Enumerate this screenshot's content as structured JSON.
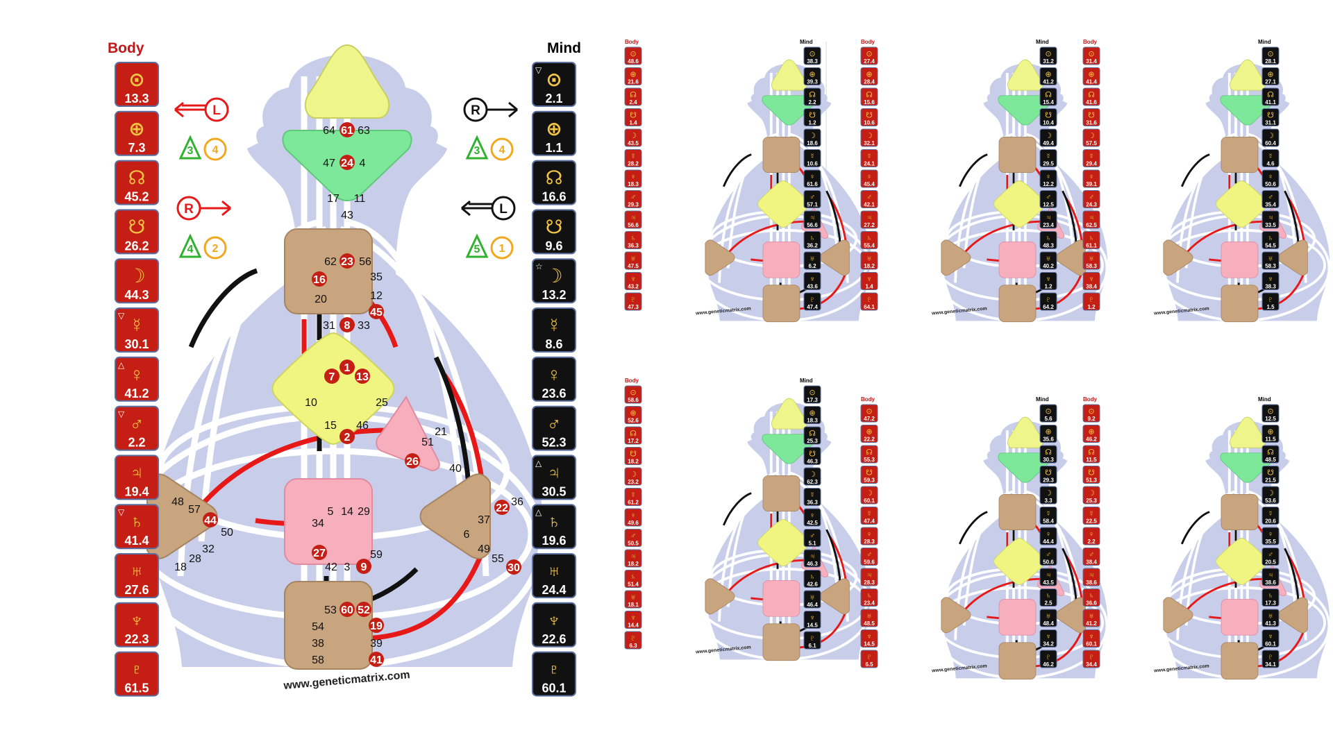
{
  "site": "www.geneticmatrix.com",
  "main": {
    "body_label": "Body",
    "mind_label": "Mind",
    "body_planets": [
      {
        "icon": "sun-icon",
        "glyph": "⊙",
        "value": "13.3",
        "mark": ""
      },
      {
        "icon": "earth-icon",
        "glyph": "⊕",
        "value": "7.3",
        "mark": ""
      },
      {
        "icon": "north-node-icon",
        "glyph": "☊",
        "value": "45.2",
        "mark": ""
      },
      {
        "icon": "south-node-icon",
        "glyph": "☋",
        "value": "26.2",
        "mark": ""
      },
      {
        "icon": "moon-icon",
        "glyph": "☽",
        "value": "44.3",
        "mark": ""
      },
      {
        "icon": "mercury-icon",
        "glyph": "☿",
        "value": "30.1",
        "mark": "▽"
      },
      {
        "icon": "venus-icon",
        "glyph": "♀",
        "value": "41.2",
        "mark": "△"
      },
      {
        "icon": "mars-icon",
        "glyph": "♂",
        "value": "2.2",
        "mark": "▽"
      },
      {
        "icon": "jupiter-icon",
        "glyph": "♃",
        "value": "19.4",
        "mark": ""
      },
      {
        "icon": "saturn-icon",
        "glyph": "♄",
        "value": "41.4",
        "mark": "▽"
      },
      {
        "icon": "uranus-icon",
        "glyph": "♅",
        "value": "27.6",
        "mark": ""
      },
      {
        "icon": "neptune-icon",
        "glyph": "♆",
        "value": "22.3",
        "mark": ""
      },
      {
        "icon": "pluto-icon",
        "glyph": "♇",
        "value": "61.5",
        "mark": ""
      }
    ],
    "mind_planets": [
      {
        "icon": "sun-icon",
        "glyph": "⊙",
        "value": "2.1",
        "mark": "▽"
      },
      {
        "icon": "earth-icon",
        "glyph": "⊕",
        "value": "1.1",
        "mark": ""
      },
      {
        "icon": "north-node-icon",
        "glyph": "☊",
        "value": "16.6",
        "mark": ""
      },
      {
        "icon": "south-node-icon",
        "glyph": "☋",
        "value": "9.6",
        "mark": ""
      },
      {
        "icon": "moon-icon",
        "glyph": "☽",
        "value": "13.2",
        "mark": "☆"
      },
      {
        "icon": "mercury-icon",
        "glyph": "☿",
        "value": "8.6",
        "mark": ""
      },
      {
        "icon": "venus-icon",
        "glyph": "♀",
        "value": "23.6",
        "mark": ""
      },
      {
        "icon": "mars-icon",
        "glyph": "♂",
        "value": "52.3",
        "mark": ""
      },
      {
        "icon": "jupiter-icon",
        "glyph": "♃",
        "value": "30.5",
        "mark": "△"
      },
      {
        "icon": "saturn-icon",
        "glyph": "♄",
        "value": "19.6",
        "mark": "△"
      },
      {
        "icon": "uranus-icon",
        "glyph": "♅",
        "value": "24.4",
        "mark": ""
      },
      {
        "icon": "neptune-icon",
        "glyph": "♆",
        "value": "22.6",
        "mark": ""
      },
      {
        "icon": "pluto-icon",
        "glyph": "♇",
        "value": "60.1",
        "mark": ""
      }
    ],
    "arrows": {
      "body_top": {
        "letter": "L",
        "n1": "3",
        "n2": "4"
      },
      "body_bottom": {
        "letter": "R",
        "n1": "4",
        "n2": "2"
      },
      "mind_top": {
        "letter": "R",
        "n1": "3",
        "n2": "4"
      },
      "mind_bottom": {
        "letter": "L",
        "n1": "5",
        "n2": "1"
      }
    },
    "gates": {
      "head": [
        "64",
        "61",
        "63"
      ],
      "ajna": [
        "47",
        "24",
        "4",
        "17",
        "11",
        "43"
      ],
      "throat": [
        "62",
        "23",
        "56",
        "16",
        "35",
        "20",
        "12",
        "45",
        "31",
        "8",
        "33"
      ],
      "g": [
        "7",
        "1",
        "13",
        "10",
        "25",
        "15",
        "46",
        "2"
      ],
      "ego": [
        "21",
        "51",
        "26",
        "40"
      ],
      "spleen": [
        "48",
        "57",
        "44",
        "50",
        "32",
        "28",
        "18"
      ],
      "solar": [
        "36",
        "22",
        "37",
        "6",
        "49",
        "55",
        "30"
      ],
      "sacral": [
        "5",
        "14",
        "29",
        "34",
        "27",
        "59",
        "42",
        "3",
        "9"
      ],
      "root": [
        "53",
        "60",
        "52",
        "54",
        "19",
        "38",
        "39",
        "58",
        "41"
      ]
    }
  },
  "thumbnails": [
    {
      "body_values": [
        "48.6",
        "21.6",
        "2.4",
        "1.4",
        "43.5",
        "28.2",
        "18.3",
        "29.3",
        "56.6",
        "36.3",
        "47.5",
        "43.2",
        "47.3"
      ],
      "mind_values": [
        "38.3",
        "39.3",
        "2.2",
        "1.2",
        "18.6",
        "10.6",
        "61.6",
        "57.1",
        "56.6",
        "36.2",
        "6.2",
        "43.6",
        "47.4"
      ]
    },
    {
      "body_values": [
        "27.4",
        "28.4",
        "15.6",
        "10.6",
        "32.1",
        "24.1",
        "45.4",
        "42.1",
        "27.2",
        "55.4",
        "18.2",
        "1.4",
        "64.1"
      ],
      "mind_values": [
        "31.2",
        "41.2",
        "15.4",
        "10.4",
        "49.4",
        "29.5",
        "12.2",
        "12.5",
        "23.4",
        "48.3",
        "40.2",
        "1.2",
        "64.2"
      ]
    },
    {
      "body_values": [
        "31.4",
        "41.4",
        "41.6",
        "31.6",
        "57.5",
        "29.4",
        "39.1",
        "24.3",
        "62.5",
        "61.1",
        "58.3",
        "38.4",
        "1.2"
      ],
      "mind_values": [
        "28.1",
        "27.1",
        "41.1",
        "31.1",
        "60.4",
        "4.6",
        "50.6",
        "35.4",
        "33.5",
        "54.5",
        "58.3",
        "38.3",
        "1.5"
      ]
    },
    {
      "body_values": [
        "58.6",
        "52.6",
        "17.2",
        "18.2",
        "23.2",
        "61.2",
        "49.6",
        "50.5",
        "18.2",
        "51.4",
        "18.1",
        "14.4",
        "6.3"
      ],
      "mind_values": [
        "17.3",
        "18.3",
        "25.3",
        "46.3",
        "62.3",
        "36.3",
        "42.5",
        "5.1",
        "46.3",
        "42.6",
        "46.4",
        "14.5",
        "6.1"
      ]
    },
    {
      "body_values": [
        "47.2",
        "22.2",
        "55.3",
        "59.3",
        "60.1",
        "47.4",
        "28.3",
        "59.6",
        "28.3",
        "23.4",
        "48.5",
        "14.5",
        "6.5"
      ],
      "mind_values": [
        "5.6",
        "35.6",
        "30.3",
        "29.3",
        "3.3",
        "58.4",
        "44.4",
        "50.6",
        "43.5",
        "2.5",
        "48.4",
        "34.2",
        "46.2"
      ]
    },
    {
      "body_values": [
        "9.2",
        "46.2",
        "11.5",
        "51.3",
        "25.3",
        "22.5",
        "2.2",
        "38.4",
        "38.6",
        "36.6",
        "41.2",
        "60.1",
        "34.4"
      ],
      "mind_values": [
        "12.5",
        "11.5",
        "48.5",
        "21.5",
        "53.6",
        "20.6",
        "35.5",
        "20.5",
        "38.6",
        "17.3",
        "41.3",
        "60.1",
        "34.1"
      ]
    }
  ]
}
